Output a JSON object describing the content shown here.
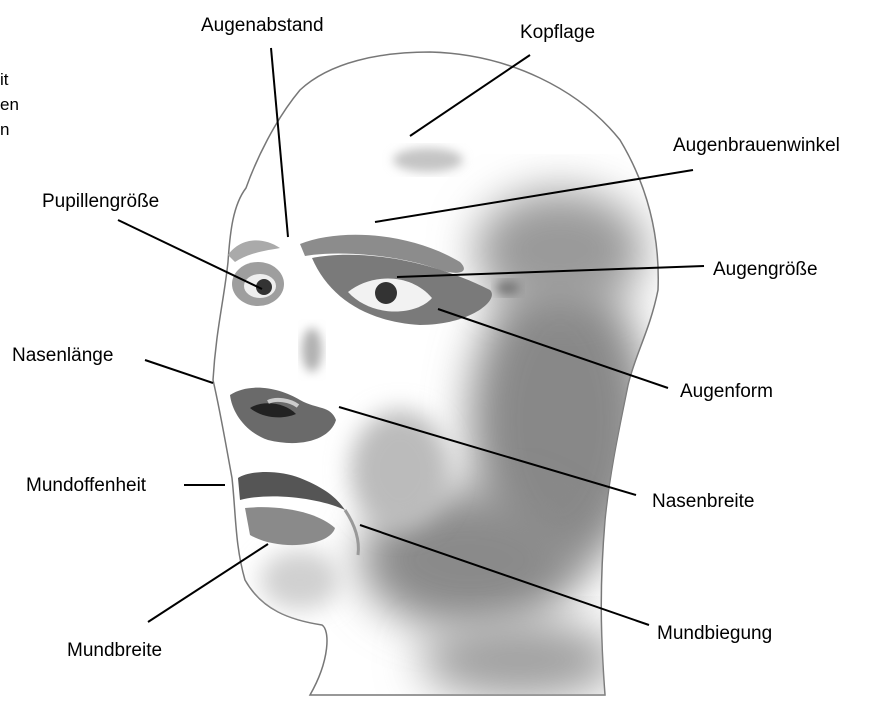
{
  "diagram": {
    "labels": {
      "eye_distance": "Augenabstand",
      "head_tilt": "Kopflage",
      "brow_angle": "Augenbrauenwinkel",
      "pupil_size": "Pupillengröße",
      "eye_size": "Augengröße",
      "nose_length": "Nasenlänge",
      "eye_shape": "Augenform",
      "mouth_openness": "Mundoffenheit",
      "nose_width": "Nasenbreite",
      "mouth_width": "Mundbreite",
      "mouth_curve": "Mundbiegung"
    },
    "clipped_text": [
      "it",
      "en",
      "n"
    ]
  }
}
